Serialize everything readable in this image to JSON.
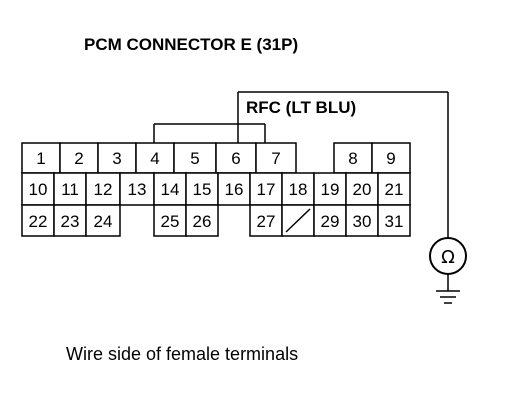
{
  "title": "PCM CONNECTOR E (31P)",
  "wire_label": "RFC (LT BLU)",
  "caption": "Wire side of female terminals",
  "meter_symbol": "Ω",
  "meter_icon": "ohmmeter-icon",
  "ground_icon": "ground-icon",
  "connector": {
    "rows": [
      [
        "1",
        "2",
        "3",
        "4",
        "5",
        "6",
        "7",
        "",
        "8",
        "9"
      ],
      [
        "10",
        "11",
        "12",
        "13",
        "14",
        "15",
        "16",
        "17",
        "18",
        "19",
        "20",
        "21"
      ],
      [
        "22",
        "23",
        "24",
        "",
        "25",
        "26",
        "",
        "27",
        "/",
        "29",
        "30",
        "31"
      ]
    ]
  }
}
